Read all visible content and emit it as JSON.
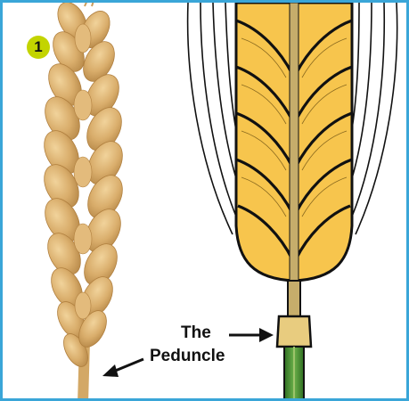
{
  "badge": {
    "number": "1",
    "color": "#c3d400"
  },
  "label": {
    "line1": "The",
    "line2": "Peduncle"
  },
  "colors": {
    "frame": "#3aa6d8",
    "grain_fill": "#f7c54d",
    "grain_outline": "#111111",
    "photo_spike": "#d7ad6e",
    "stem_green": "#3f8a2f",
    "stem_tan": "#c6ad6b"
  },
  "icons": [
    "wheat-spike-photo",
    "wheat-diagram",
    "arrow-icon"
  ]
}
